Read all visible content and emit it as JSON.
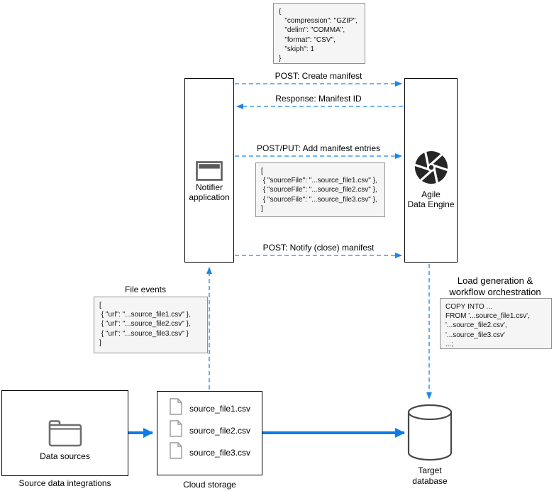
{
  "config_block": {
    "code": "{\n   \"compression\": \"GZIP\",\n   \"delim\": \"COMMA\",\n   \"format\": \"CSV\",\n   \"skiph\": 1\n}"
  },
  "lifelines": {
    "notifier": {
      "label": "Notifier\napplication"
    },
    "ade": {
      "label": "Agile\nData Engine"
    }
  },
  "messages": {
    "create": "POST: Create manifest",
    "response": "Response: Manifest ID",
    "add_entries": "POST/PUT: Add manifest entries",
    "notify": "POST: Notify (close) manifest"
  },
  "manifest_block": {
    "code": "[\n { \"sourceFile\": \"...source_file1.csv\" },\n { \"sourceFile\": \"...source_file2.csv\" },\n { \"sourceFile\": \"...source_file3.csv\" },\n]"
  },
  "file_events": {
    "title": "File events",
    "code": "[\n { \"url\": \"...source_file1.csv\" },\n { \"url\": \"...source_file2.csv\" },\n { \"url\": \"...source_file3.csv\" }\n]"
  },
  "load_generation": {
    "title": "Load generation &\nworkflow orchestration",
    "code": "COPY INTO ...\nFROM '...source_file1.csv',\n'...source_file2.csv',\n'...source_file3.csv'\n...;"
  },
  "source_integrations": {
    "node_label": "Data sources",
    "caption": "Source data integrations"
  },
  "cloud_storage": {
    "files": [
      "source_file1.csv",
      "source_file2.csv",
      "source_file3.csv"
    ],
    "caption": "Cloud storage"
  },
  "target_database": {
    "caption": "Target\ndatabase"
  },
  "colors": {
    "solid_arrow": "#0c7ce8",
    "dashed_arrow": "#459bee",
    "dashed_arrowhead": "#1d86ea",
    "code_bg": "#f5f5f5",
    "code_border": "#919191",
    "icon_gray": "#6e6e6e",
    "dark_icon": "#262626"
  }
}
